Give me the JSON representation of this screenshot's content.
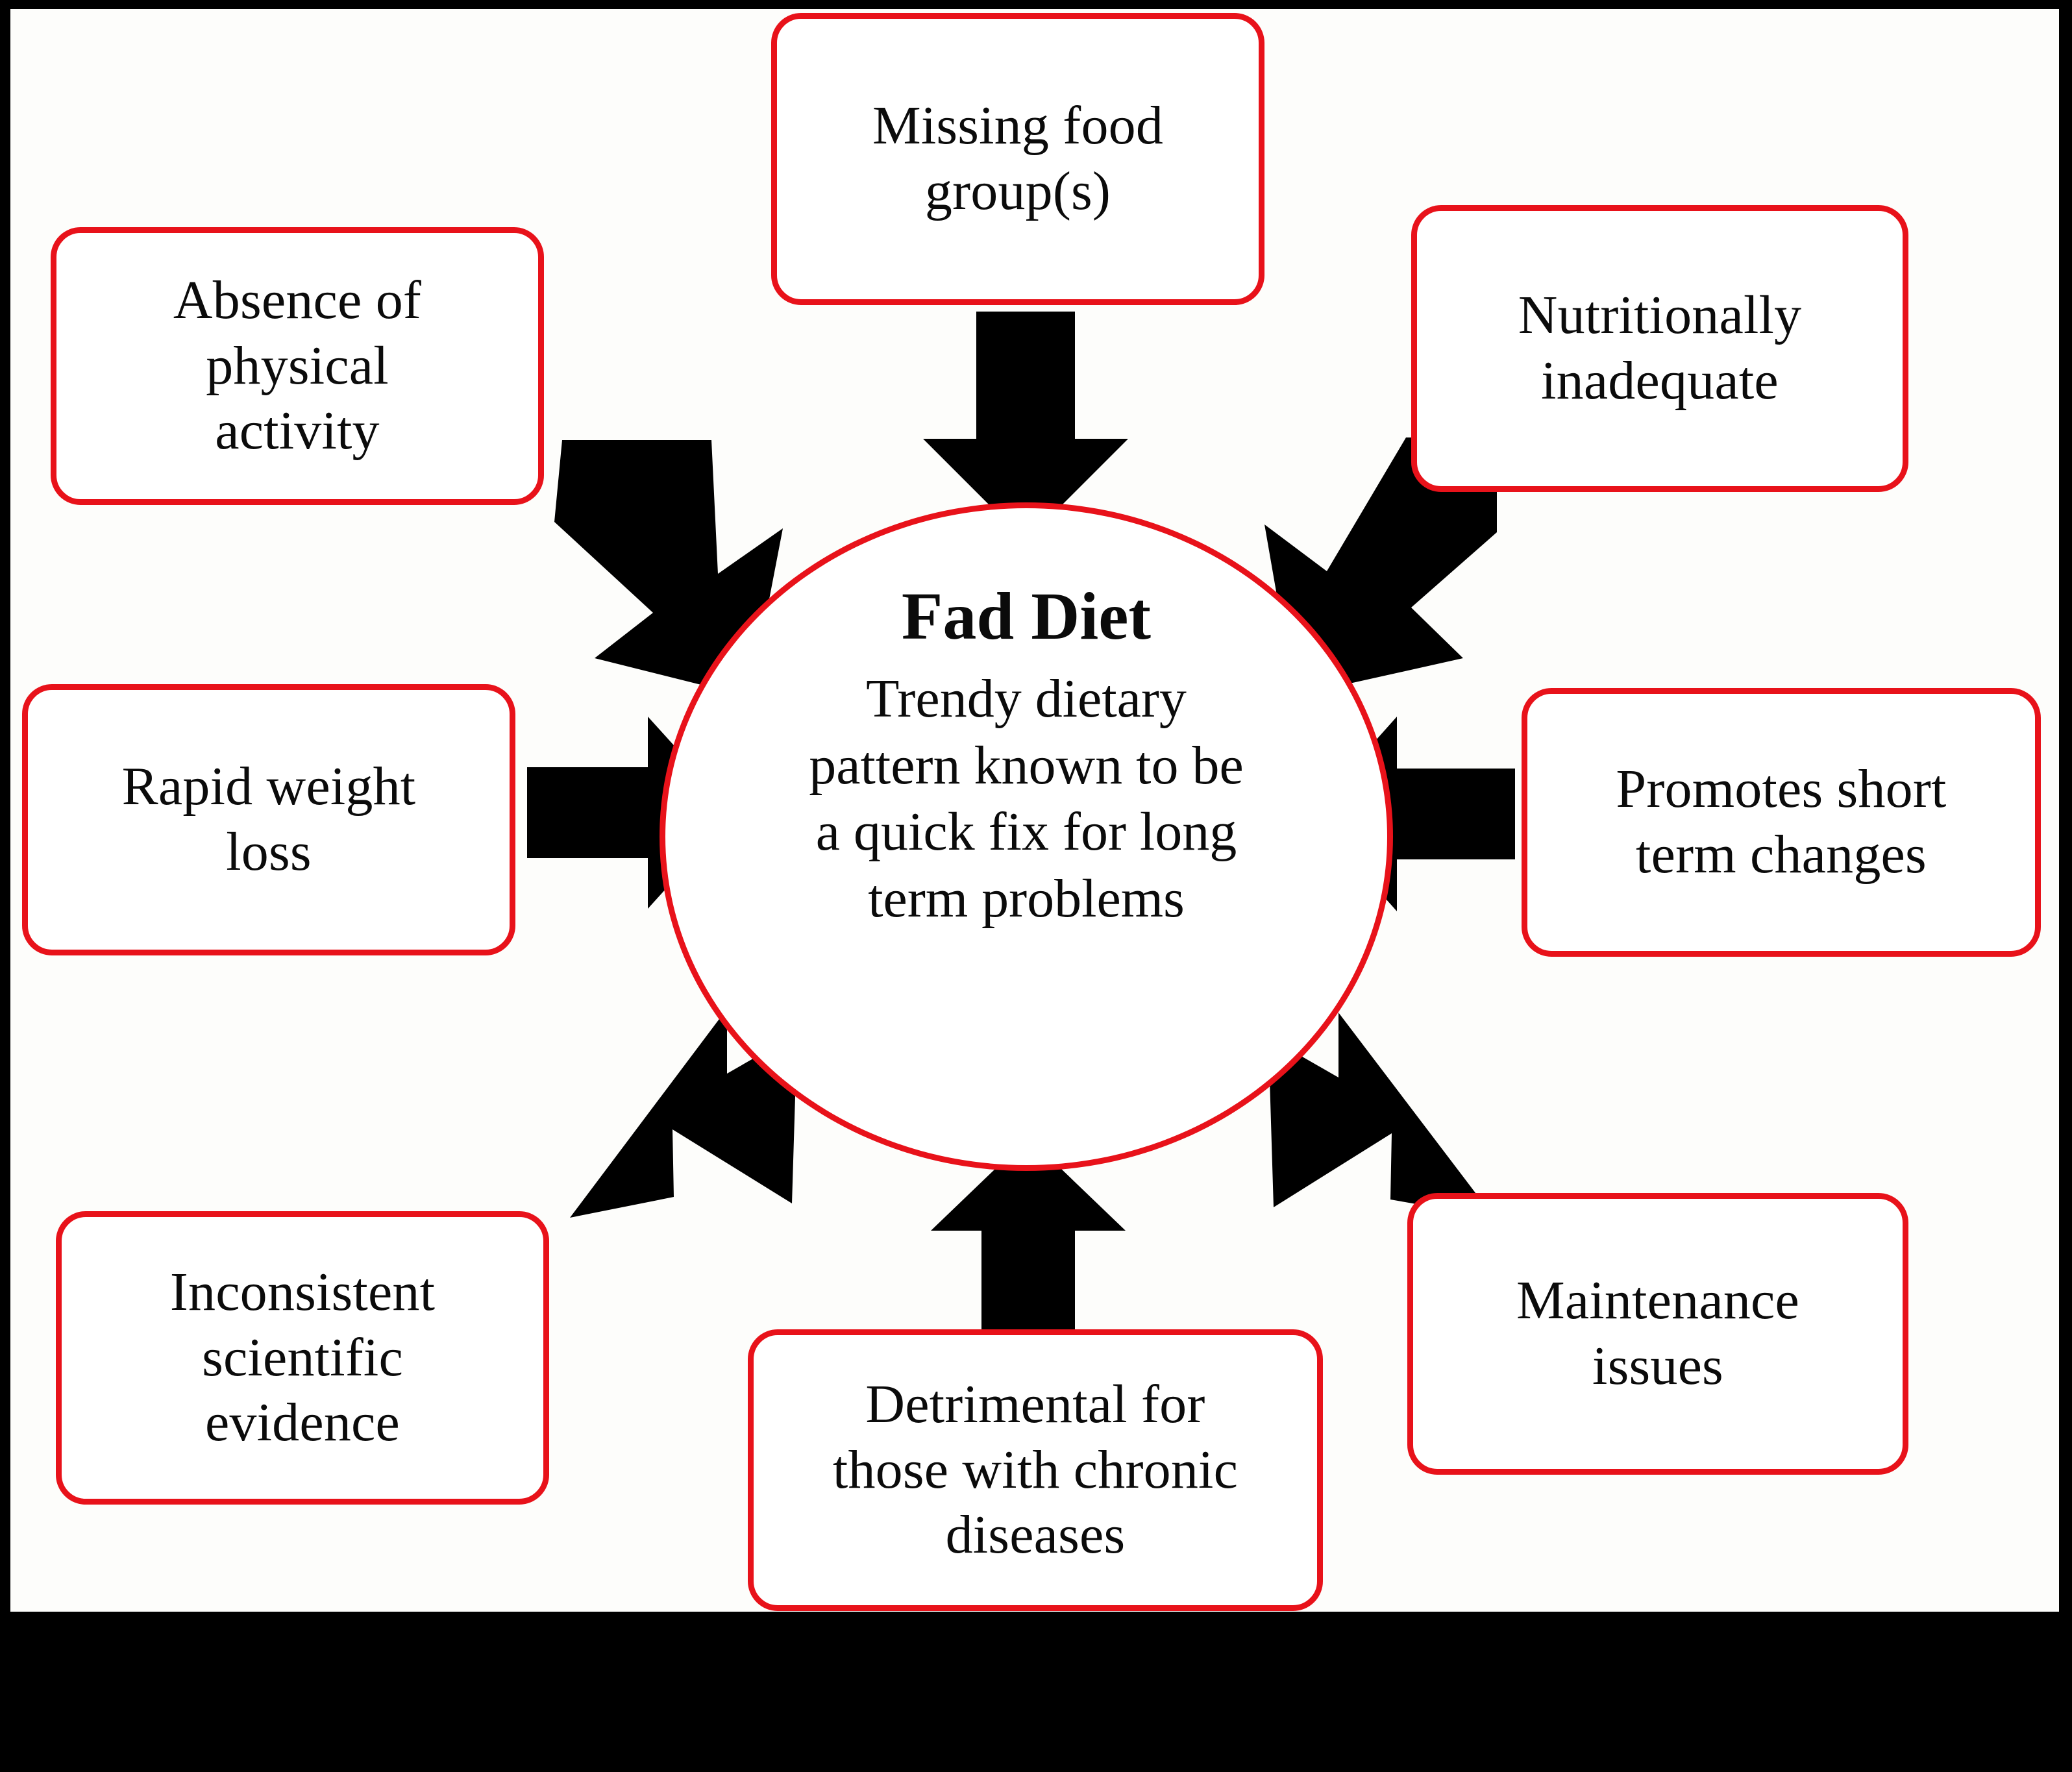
{
  "diagram": {
    "type": "hub-and-spoke concept map",
    "frame_color": "#000000",
    "canvas_color": "#fdfdfb",
    "accent_color": "#e8121a",
    "arrow_color": "#000000",
    "text_color": "#0b0b0b",
    "center": {
      "title": "Fad Diet",
      "description": "Trendy dietary\npattern known to be\na quick fix for long\nterm problems"
    },
    "nodes": [
      {
        "id": "absence-physical-activity",
        "label": "Absence of\nphysical\nactivity",
        "position": "top-left",
        "arrow": "diagonal-down-right"
      },
      {
        "id": "missing-food-group",
        "label": "Missing food\ngroup(s)",
        "position": "top-center",
        "arrow": "down"
      },
      {
        "id": "nutritionally-inadequate",
        "label": "Nutritionally\ninadequate",
        "position": "top-right",
        "arrow": "diagonal-down-left"
      },
      {
        "id": "rapid-weight-loss",
        "label": "Rapid weight\nloss",
        "position": "middle-left",
        "arrow": "right"
      },
      {
        "id": "promotes-short-term-changes",
        "label": "Promotes short\nterm changes",
        "position": "middle-right",
        "arrow": "left"
      },
      {
        "id": "inconsistent-scientific-evidence",
        "label": "Inconsistent\nscientific\nevidence",
        "position": "bottom-left",
        "arrow": "diagonal-up-right"
      },
      {
        "id": "detrimental-chronic-diseases",
        "label": "Detrimental for\nthose with chronic\ndiseases",
        "position": "bottom-center",
        "arrow": "up"
      },
      {
        "id": "maintenance-issues",
        "label": "Maintenance\nissues",
        "position": "bottom-right",
        "arrow": "diagonal-up-left"
      }
    ]
  }
}
